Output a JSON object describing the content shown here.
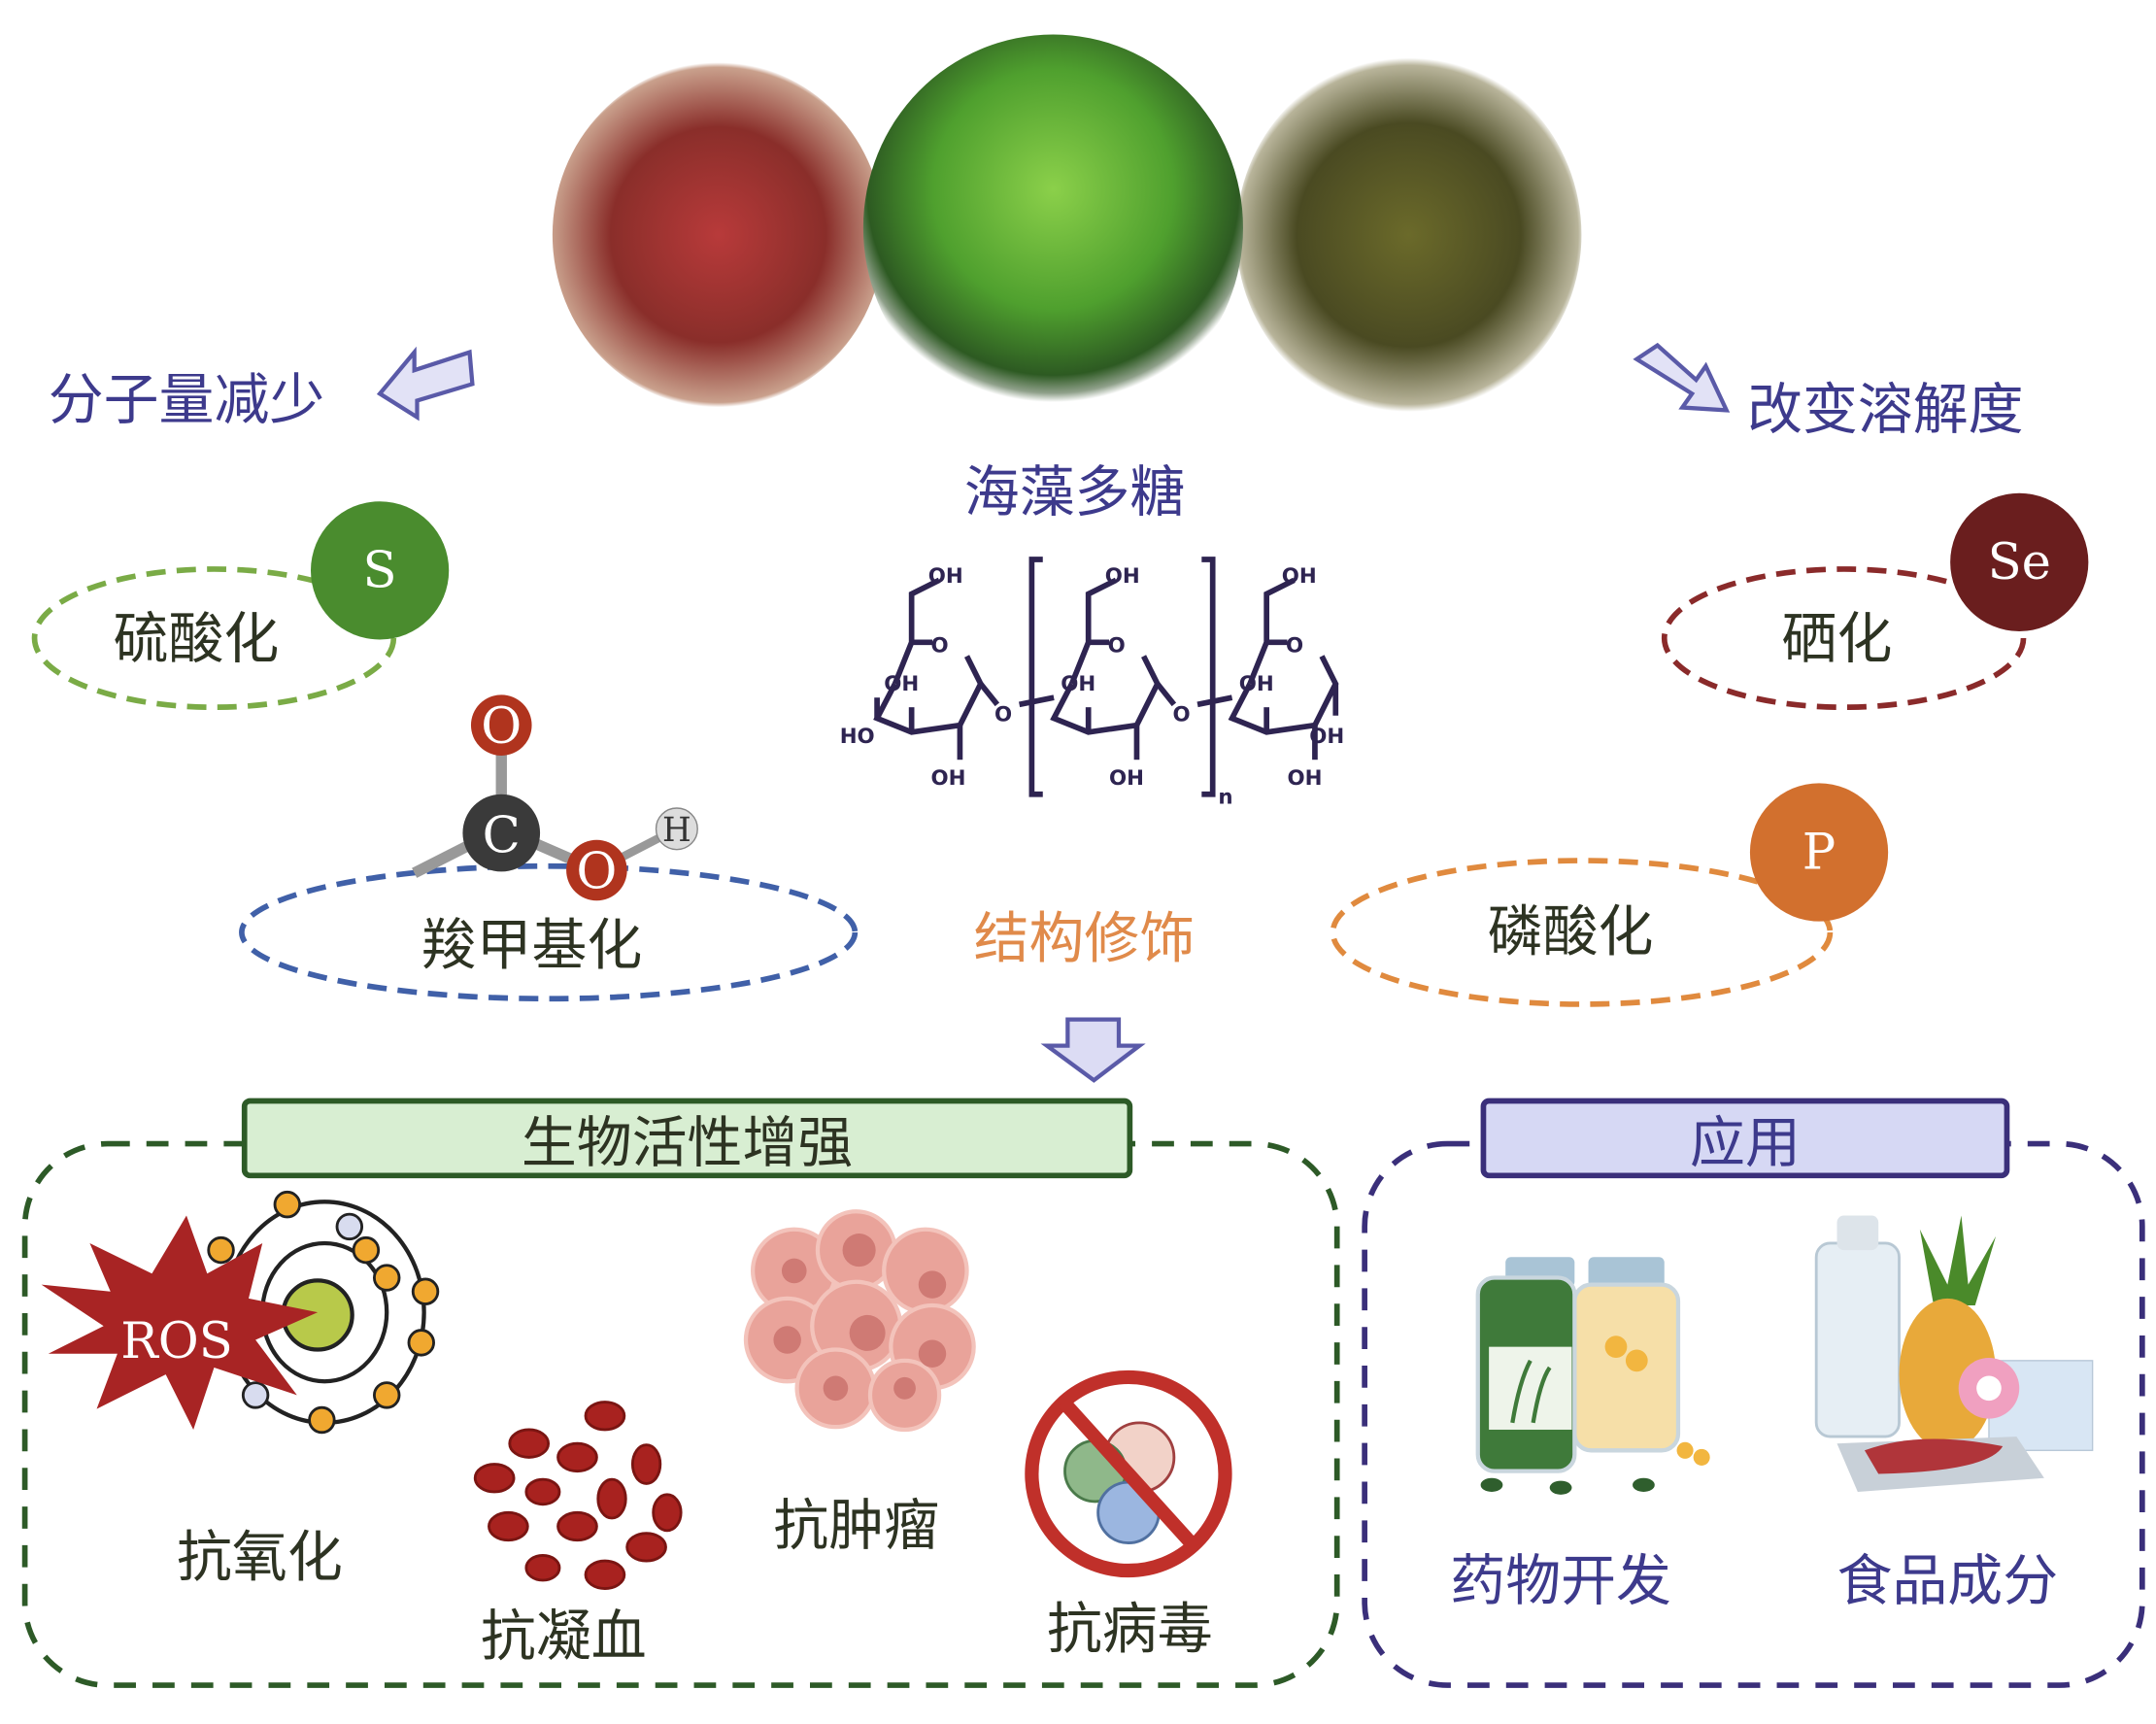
{
  "title": "海藻多糖",
  "effects": {
    "left": "分子量减少",
    "right": "改变溶解度"
  },
  "modifications": [
    {
      "label": "硫酸化",
      "element": "S",
      "color": "#4a8c2e"
    },
    {
      "label": "硒化",
      "element": "Se",
      "color": "#6a1e1e"
    },
    {
      "label": "羧甲基化",
      "element": "",
      "color": "#3a5fa8"
    },
    {
      "label": "磷酸化",
      "element": "P",
      "color": "#d2702e"
    }
  ],
  "carboxyl_atoms": {
    "o1": "O",
    "c": "C",
    "o2": "O",
    "h": "H"
  },
  "center_label": "结构修饰",
  "structure": {
    "oh": "OH",
    "ho": "HO",
    "o": "O",
    "n": "n"
  },
  "bioactivity": {
    "title": "生物活性增强",
    "items": [
      "抗氧化",
      "抗凝血",
      "抗肿瘤",
      "抗病毒"
    ],
    "ros_label": "ROS"
  },
  "application": {
    "title": "应用",
    "items": [
      "药物开发",
      "食品成分"
    ]
  }
}
